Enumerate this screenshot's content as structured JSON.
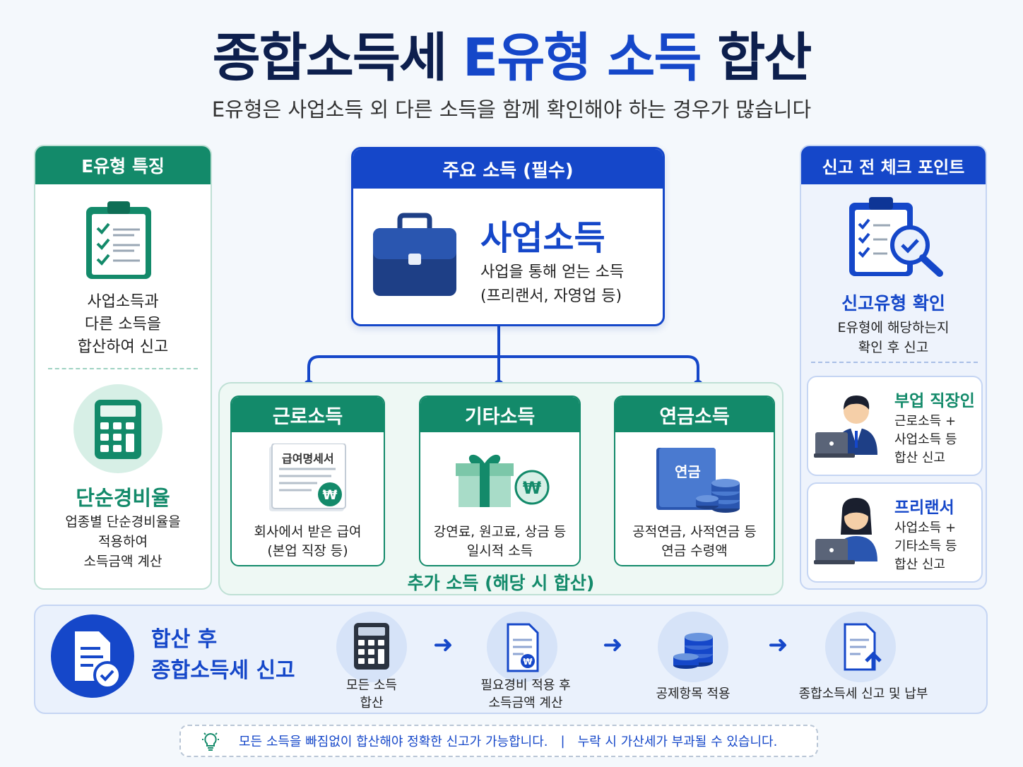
{
  "title": {
    "part1": "종합소득세",
    "part2": "E유형 소득",
    "part3": "합산"
  },
  "subtitle": "E유형은 사업소득 외 다른 소득을 함께 확인해야 하는 경우가 많습니다",
  "left_panel": {
    "header": "E유형 특징",
    "feature1_lines": [
      "사업소득과",
      "다른 소득을",
      "합산하여 신고"
    ],
    "feature2_title": "단순경비율",
    "feature2_lines": [
      "업종별 단순경비율을",
      "적용하여",
      "소득금액 계산"
    ]
  },
  "main_income": {
    "header": "주요 소득 (필수)",
    "title": "사업소득",
    "desc_lines": [
      "사업을 통해 얻는 소득",
      "(프리랜서, 자영업 등)"
    ]
  },
  "extra_income": {
    "label": "추가 소득 (해당 시 합산)",
    "items": [
      {
        "title": "근로소득",
        "doc_label": "급여명세서",
        "desc_lines": [
          "회사에서 받은 급여",
          "(본업 직장 등)"
        ]
      },
      {
        "title": "기타소득",
        "desc_lines": [
          "강연료, 원고료, 상금 등",
          "일시적 소득"
        ]
      },
      {
        "title": "연금소득",
        "book_label": "연금",
        "desc_lines": [
          "공적연금, 사적연금 등",
          "연금 수령액"
        ]
      }
    ]
  },
  "right_panel": {
    "header": "신고 전 체크 포인트",
    "check_title": "신고유형 확인",
    "check_lines": [
      "E유형에 해당하는지",
      "확인 후 신고"
    ],
    "persona1": {
      "title": "부업 직장인",
      "lines": [
        "근로소득 +",
        "사업소득 등",
        "합산 신고"
      ]
    },
    "persona2": {
      "title": "프리랜서",
      "lines": [
        "사업소득 +",
        "기타소득 등",
        "합산 신고"
      ]
    }
  },
  "flow": {
    "title_lines": [
      "합산 후",
      "종합소득세 신고"
    ],
    "steps": [
      {
        "lines": [
          "모든 소득",
          "합산"
        ]
      },
      {
        "lines": [
          "필요경비 적용 후",
          "소득금액 계산"
        ]
      },
      {
        "lines": [
          "공제항목 적용"
        ]
      },
      {
        "lines": [
          "종합소득세 신고 및 납부"
        ]
      }
    ]
  },
  "note": {
    "text1": "모든 소득을 빠짐없이 합산해야 정확한 신고가 가능합니다.",
    "separator": "|",
    "text2": "누락 시 가산세가 부과될 수 있습니다."
  },
  "colors": {
    "green": "#138a6a",
    "blue": "#1547c9",
    "navy": "#0d1f4d"
  }
}
